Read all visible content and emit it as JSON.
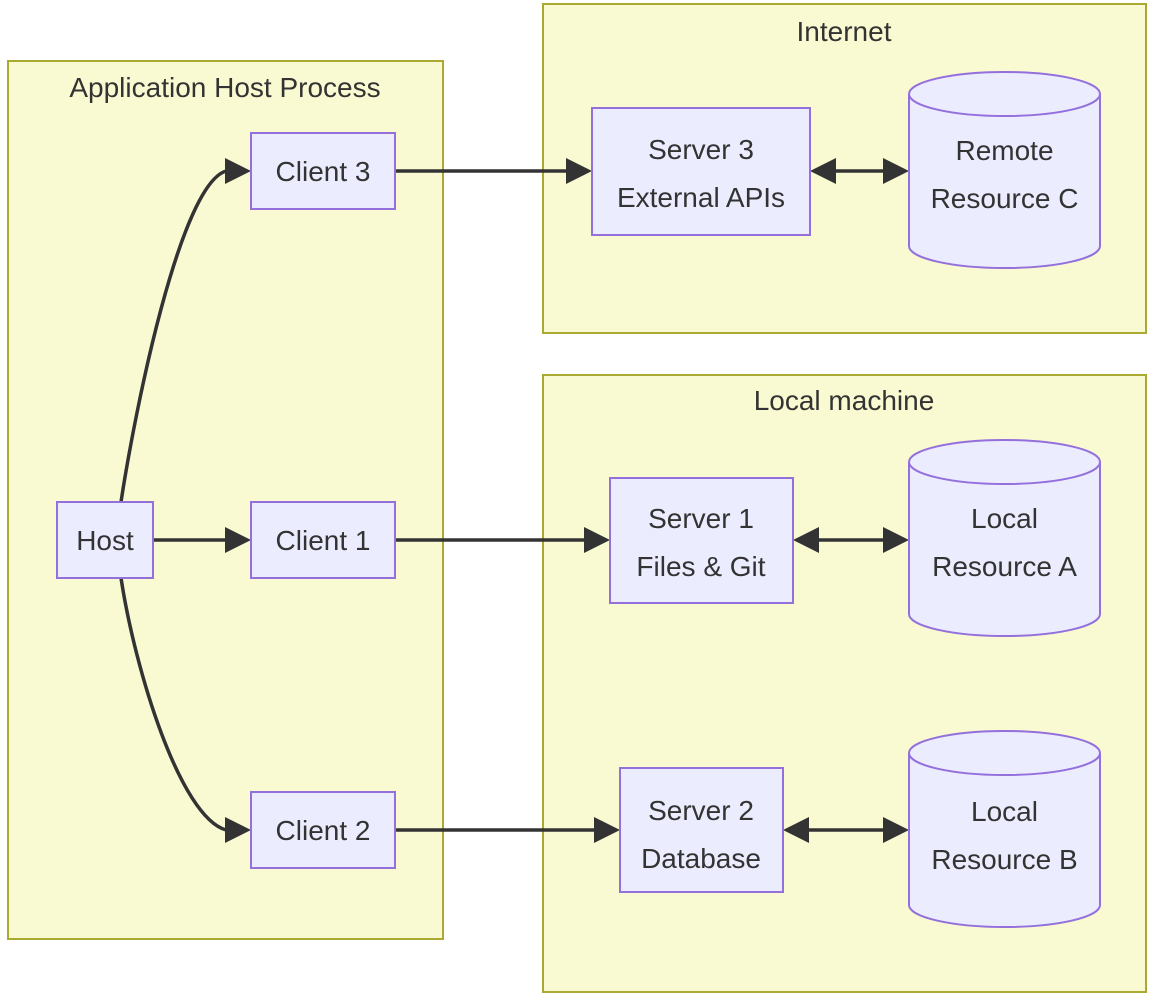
{
  "diagram": {
    "type": "flowchart-architecture",
    "clusters": {
      "app_host_process": {
        "label": "Application Host Process"
      },
      "internet": {
        "label": "Internet"
      },
      "local_machine": {
        "label": "Local machine"
      }
    },
    "nodes": {
      "host": {
        "label": "Host",
        "shape": "rect",
        "cluster": "app_host_process"
      },
      "client1": {
        "label": "Client 1",
        "shape": "rect",
        "cluster": "app_host_process"
      },
      "client2": {
        "label": "Client 2",
        "shape": "rect",
        "cluster": "app_host_process"
      },
      "client3": {
        "label": "Client 3",
        "shape": "rect",
        "cluster": "app_host_process"
      },
      "server1": {
        "line1": "Server 1",
        "line2": "Files & Git",
        "shape": "rect",
        "cluster": "local_machine"
      },
      "server2": {
        "line1": "Server 2",
        "line2": "Database",
        "shape": "rect",
        "cluster": "local_machine"
      },
      "server3": {
        "line1": "Server 3",
        "line2": "External APIs",
        "shape": "rect",
        "cluster": "internet"
      },
      "resource_a": {
        "line1": "Local",
        "line2": "Resource A",
        "shape": "cylinder",
        "cluster": "local_machine"
      },
      "resource_b": {
        "line1": "Local",
        "line2": "Resource B",
        "shape": "cylinder",
        "cluster": "local_machine"
      },
      "resource_c": {
        "line1": "Remote",
        "line2": "Resource C",
        "shape": "cylinder",
        "cluster": "internet"
      }
    },
    "edges": [
      {
        "from": "host",
        "to": "client3",
        "type": "arrow"
      },
      {
        "from": "host",
        "to": "client1",
        "type": "arrow"
      },
      {
        "from": "host",
        "to": "client2",
        "type": "arrow"
      },
      {
        "from": "client3",
        "to": "server3",
        "type": "arrow"
      },
      {
        "from": "client1",
        "to": "server1",
        "type": "arrow"
      },
      {
        "from": "client2",
        "to": "server2",
        "type": "arrow"
      },
      {
        "from": "server3",
        "to": "resource_c",
        "type": "bidirectional"
      },
      {
        "from": "server1",
        "to": "resource_a",
        "type": "bidirectional"
      },
      {
        "from": "server2",
        "to": "resource_b",
        "type": "bidirectional"
      }
    ],
    "colors": {
      "cluster_fill": "#fafad2",
      "cluster_border": "#aaaa33",
      "node_fill": "#ececff",
      "node_border": "#9370db",
      "edge": "#333333",
      "text": "#333333",
      "background": "#ffffff"
    }
  }
}
